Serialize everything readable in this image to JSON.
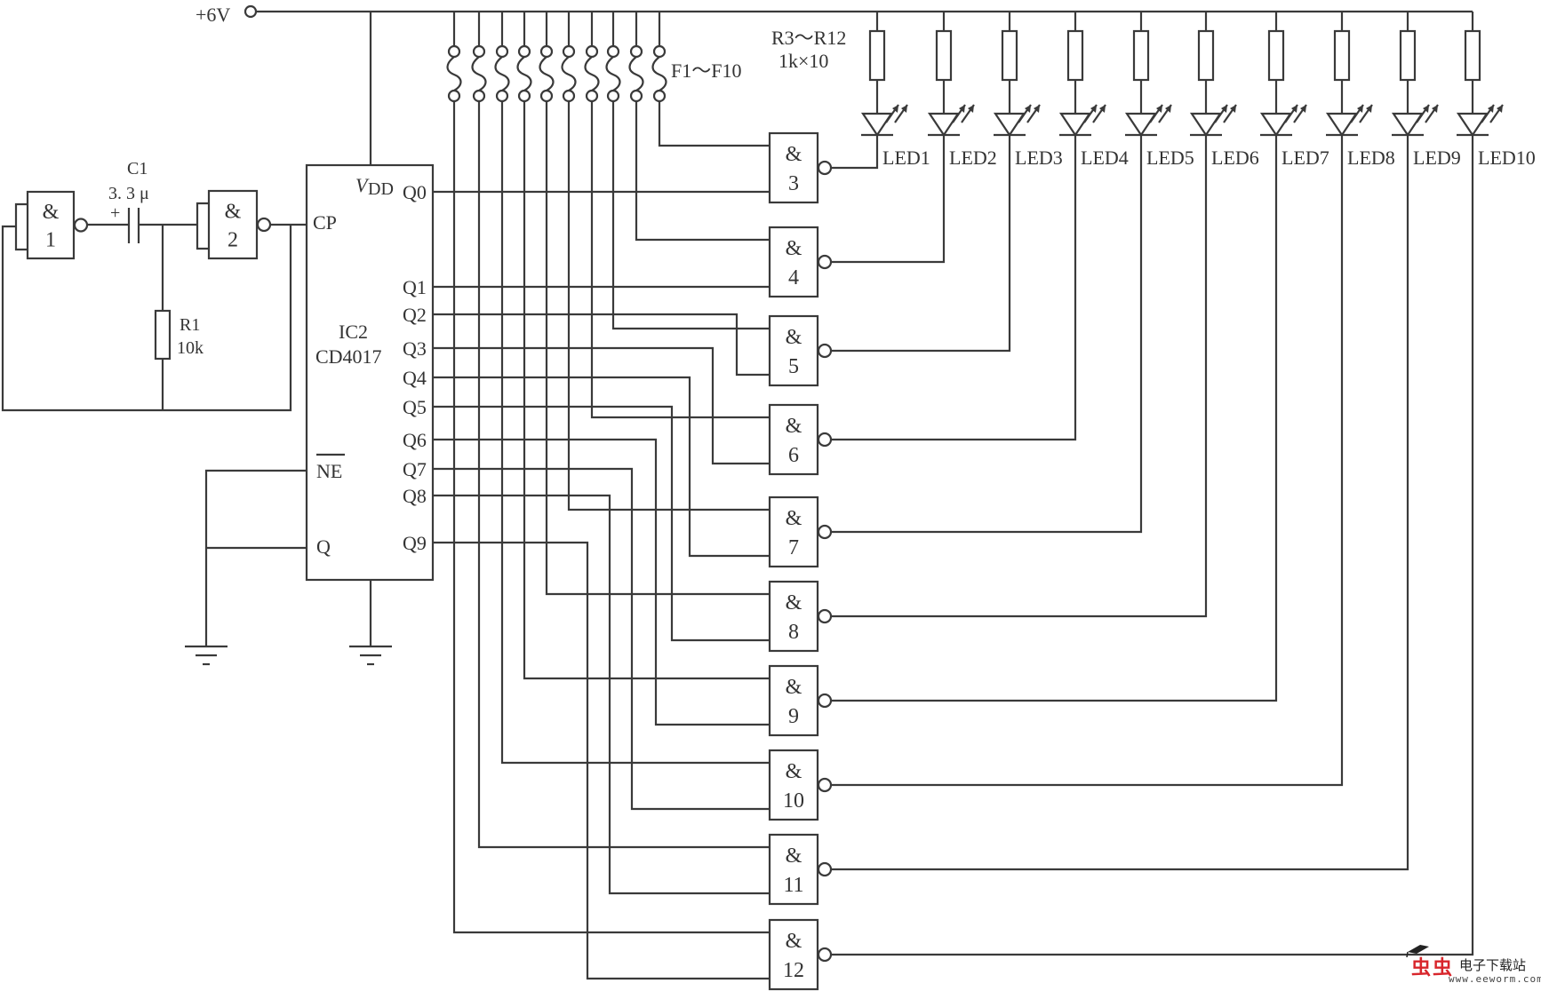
{
  "diagram": {
    "type": "circuit-schematic",
    "title": "",
    "supply": {
      "label": "+6V"
    },
    "oscillator": {
      "gate1": {
        "symbol": "&",
        "number": "1"
      },
      "gate2": {
        "symbol": "&",
        "number": "2"
      },
      "capacitor": {
        "name": "C1",
        "value": "3. 3 μ",
        "polarity": "+"
      },
      "resistor": {
        "name": "R1",
        "value": "10k"
      }
    },
    "counter": {
      "name": "IC2",
      "part": "CD4017",
      "vdd_label": "V",
      "vdd_sub": "DD",
      "pins_left": [
        {
          "label": "CP"
        },
        {
          "label": "NE",
          "overline": true
        },
        {
          "label": "Q"
        }
      ],
      "outputs": [
        "Q0",
        "Q1",
        "Q2",
        "Q3",
        "Q4",
        "Q5",
        "Q6",
        "Q7",
        "Q8",
        "Q9"
      ]
    },
    "fuses": {
      "label": "F1～F10",
      "count": 10
    },
    "resistors": {
      "label_line1": "R3～R12",
      "label_line2": "1k×10",
      "count": 10
    },
    "leds": [
      "LED1",
      "LED2",
      "LED3",
      "LED4",
      "LED5",
      "LED6",
      "LED7",
      "LED8",
      "LED9",
      "LED10"
    ],
    "nand_gates": [
      {
        "symbol": "&",
        "number": "3",
        "fuse_input": "F10",
        "counter_input": "Q0",
        "drives": "LED1"
      },
      {
        "symbol": "&",
        "number": "4",
        "fuse_input": "F9",
        "counter_input": "Q1",
        "drives": "LED2"
      },
      {
        "symbol": "&",
        "number": "5",
        "fuse_input": "F8",
        "counter_input": "Q2",
        "drives": "LED3"
      },
      {
        "symbol": "&",
        "number": "6",
        "fuse_input": "F7",
        "counter_input": "Q3",
        "drives": "LED4"
      },
      {
        "symbol": "&",
        "number": "7",
        "fuse_input": "F6",
        "counter_input": "Q4",
        "drives": "LED5"
      },
      {
        "symbol": "&",
        "number": "8",
        "fuse_input": "F5",
        "counter_input": "Q5",
        "drives": "LED6"
      },
      {
        "symbol": "&",
        "number": "9",
        "fuse_input": "F4",
        "counter_input": "Q6",
        "drives": "LED7"
      },
      {
        "symbol": "&",
        "number": "10",
        "fuse_input": "F3",
        "counter_input": "Q7",
        "drives": "LED8"
      },
      {
        "symbol": "&",
        "number": "11",
        "fuse_input": "F2",
        "counter_input": "Q8",
        "drives": "LED9"
      },
      {
        "symbol": "&",
        "number": "12",
        "fuse_input": "F1",
        "counter_input": "Q9",
        "drives": "LED10"
      }
    ],
    "grounds": 2
  },
  "watermark": {
    "brand_cn": "虫虫",
    "site_cn": "电子下载站",
    "url": "www.eeworm.com",
    "brand_color": "#d8262c"
  }
}
